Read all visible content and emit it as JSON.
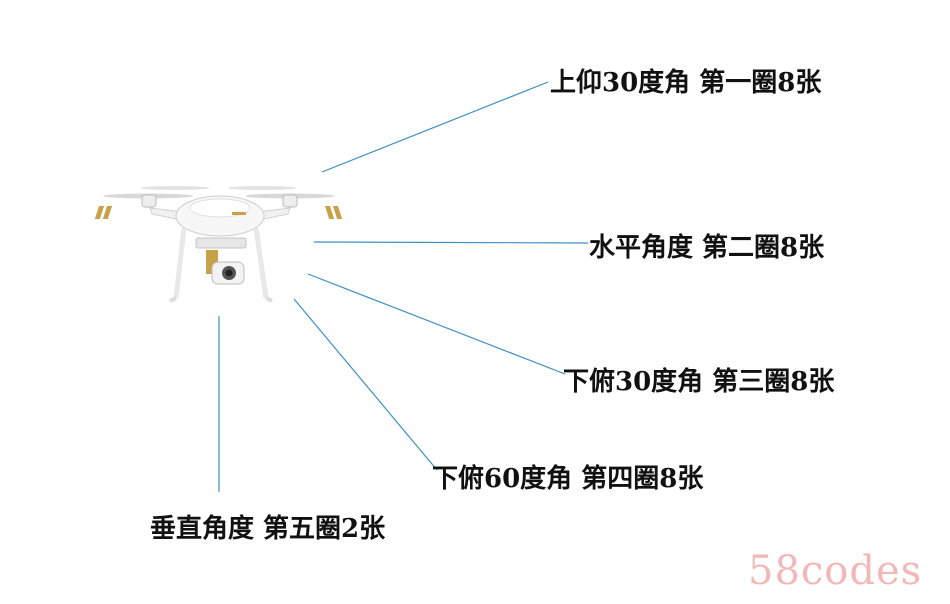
{
  "labels": {
    "circle_1": "上仰30度角  第一圈8张",
    "circle_2": "水平角度  第二圈8张",
    "circle_3": "下俯30度角  第三圈8张",
    "circle_4": "下俯60度角  第四圈8张",
    "circle_5": "垂直角度  第五圈2张"
  },
  "watermark": "58codes",
  "colors": {
    "line": "#3d8fc4",
    "text": "#111111",
    "drone_body": "#f4f4f4",
    "drone_accent": "#c9a14a",
    "watermark": "#f2b8b8"
  },
  "icons": {
    "drone": "quadcopter-drone-icon"
  }
}
